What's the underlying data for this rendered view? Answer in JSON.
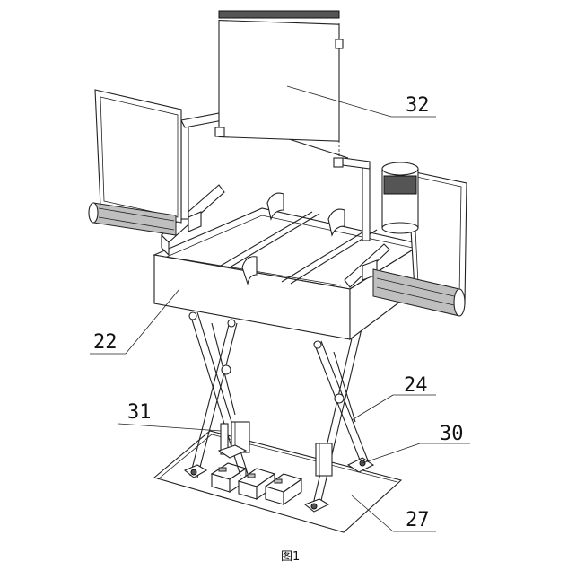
{
  "figure": {
    "caption": "图1",
    "labels": {
      "l32": "32",
      "l22": "22",
      "l24": "24",
      "l31": "31",
      "l30": "30",
      "l27": "27"
    }
  }
}
